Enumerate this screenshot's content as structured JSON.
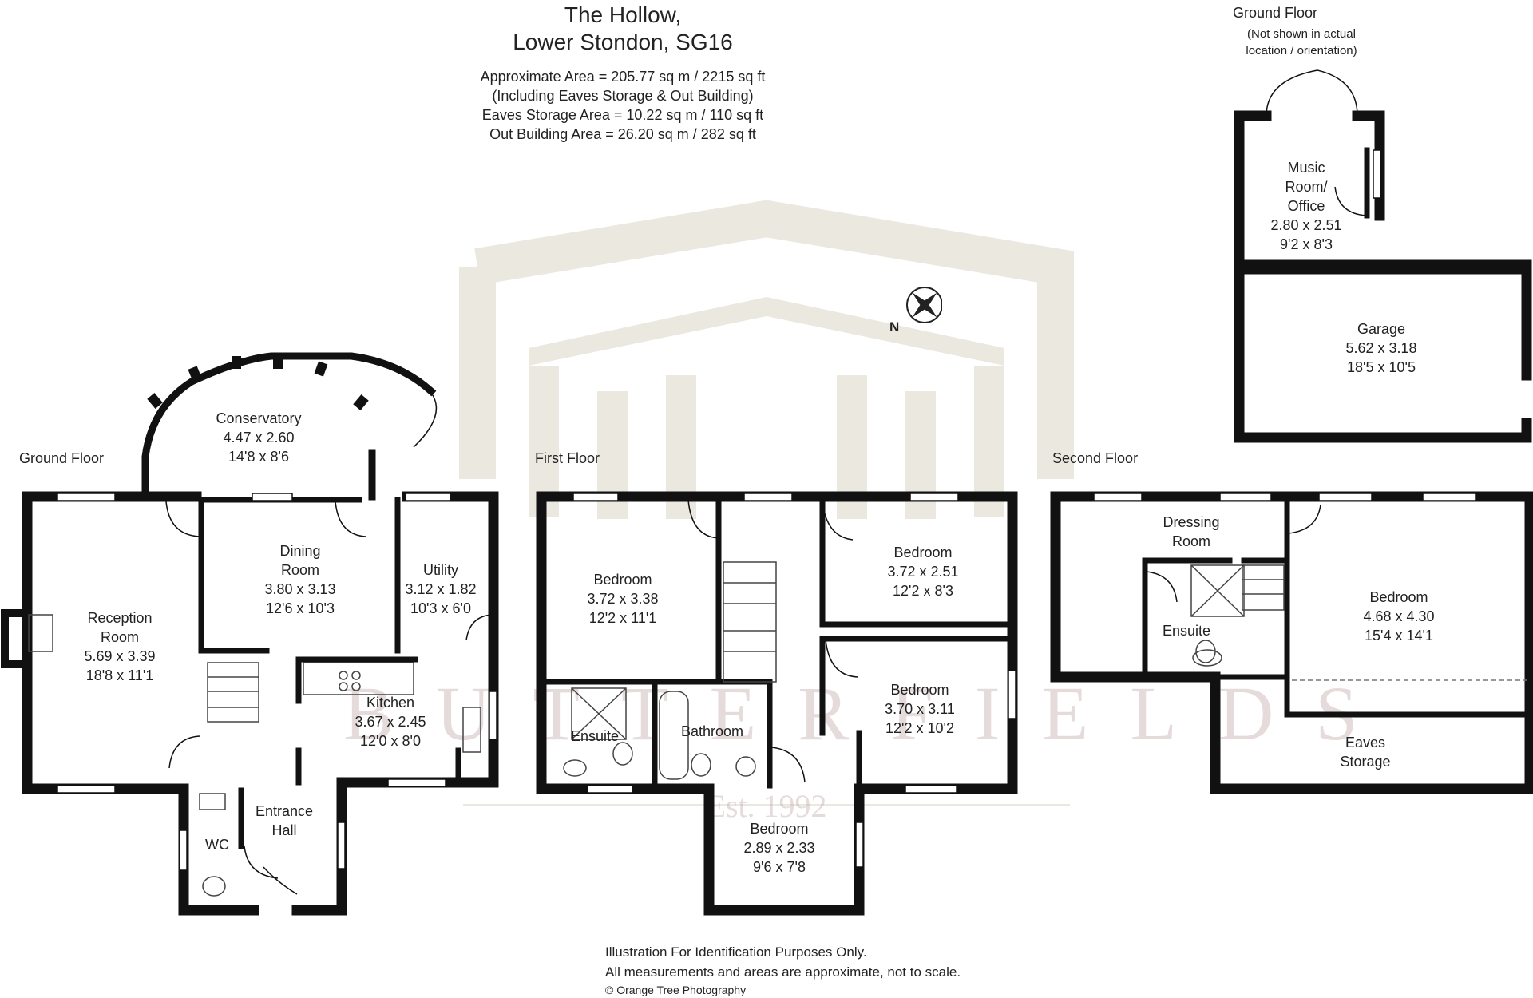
{
  "header": {
    "title": "The Hollow,",
    "subtitle": "Lower Stondon, SG16",
    "area_lines": [
      "Approximate Area =  205.77 sq m / 2215 sq ft",
      "(Including Eaves Storage & Out Building)",
      "Eaves Storage Area =  10.22 sq m / 110 sq ft",
      "Out Building Area =  26.20 sq m / 282 sq ft"
    ]
  },
  "compass": {
    "label": "N"
  },
  "watermark": {
    "text": "BUTTERFIELDS",
    "est": "Est. 1992"
  },
  "floors": {
    "ground": "Ground Floor",
    "first": "First Floor",
    "second": "Second Floor",
    "outbuilding": "Ground Floor",
    "outbuilding_note": [
      "(Not shown in actual",
      "location / orientation)"
    ]
  },
  "rooms": {
    "conservatory": [
      "Conservatory",
      "4.47 x 2.60",
      "14'8 x 8'6"
    ],
    "reception": [
      "Reception",
      "Room",
      "5.69 x 3.39",
      "18'8 x 11'1"
    ],
    "dining": [
      "Dining",
      "Room",
      "3.80 x 3.13",
      "12'6 x 10'3"
    ],
    "utility": [
      "Utility",
      "3.12 x 1.82",
      "10'3 x 6'0"
    ],
    "kitchen": [
      "Kitchen",
      "3.67 x 2.45",
      "12'0 x 8'0"
    ],
    "entrance": [
      "Entrance",
      "Hall"
    ],
    "wc": [
      "WC"
    ],
    "bed1": [
      "Bedroom",
      "3.72 x 3.38",
      "12'2 x 11'1"
    ],
    "bed2": [
      "Bedroom",
      "3.72 x 2.51",
      "12'2 x 8'3"
    ],
    "bed3": [
      "Bedroom",
      "3.70 x 3.11",
      "12'2 x 10'2"
    ],
    "bed4": [
      "Bedroom",
      "2.89 x 2.33",
      "9'6 x 7'8"
    ],
    "ensuite1": [
      "Ensuite"
    ],
    "bathroom": [
      "Bathroom"
    ],
    "dressing": [
      "Dressing",
      "Room"
    ],
    "ensuite2": [
      "Ensuite"
    ],
    "bed5": [
      "Bedroom",
      "4.68 x 4.30",
      "15'4 x 14'1"
    ],
    "eaves": [
      "Eaves",
      "Storage"
    ],
    "music": [
      "Music",
      "Room/",
      "Office",
      "2.80 x 2.51",
      "9'2 x 8'3"
    ],
    "garage": [
      "Garage",
      "5.62 x 3.18",
      "18'5 x 10'5"
    ]
  },
  "footer": {
    "line1": "Illustration For Identification Purposes Only.",
    "line2": "All measurements and areas are approximate, not to scale.",
    "credit": "© Orange Tree Photography"
  }
}
